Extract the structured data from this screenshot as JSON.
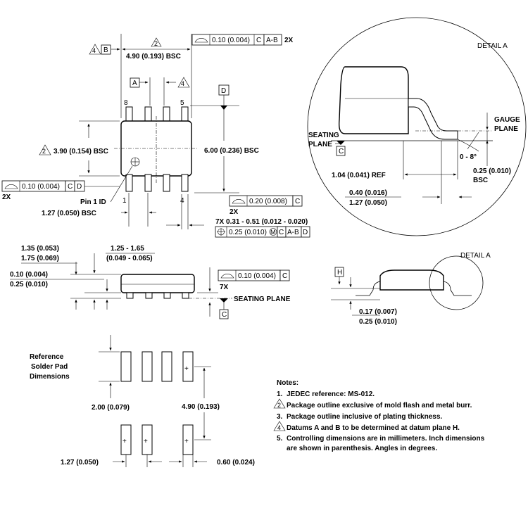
{
  "top_view": {
    "datum_b_flag": "4",
    "datum_b": "B",
    "length_flag": "2",
    "length_dim": "4.90 (0.193) BSC",
    "fcf_top_value": "0.10 (0.004)",
    "fcf_top_datum1": "C",
    "fcf_top_datum2": "A-B",
    "fcf_top_count": "2X",
    "datum_a": "A",
    "datum_a_flag": "4",
    "datum_d": "D",
    "pin8": "8",
    "pin5": "5",
    "pin1": "1",
    "pin4": "4",
    "width_flag": "2",
    "body_width_dim": "3.90 (0.154) BSC",
    "overall_width_dim": "6.00 (0.236) BSC",
    "fcf_left_value": "0.10 (0.004)",
    "fcf_left_datum1": "C",
    "fcf_left_datum2": "D",
    "fcf_left_count": "2X",
    "pin1_id": "Pin 1 ID",
    "pitch_dim": "1.27 (0.050) BSC",
    "fcf_right_value": "0.20 (0.008)",
    "fcf_right_datum1": "C",
    "fcf_right_count": "2X",
    "lead_width_dim": "7X 0.31 - 0.51 (0.012 - 0.020)",
    "fcf_pos_value": "0.25 (0.010)",
    "fcf_pos_m": "M",
    "fcf_pos_datum1": "C",
    "fcf_pos_datum2": "A-B",
    "fcf_pos_datum3": "D"
  },
  "detail_a": {
    "title": "DETAIL A",
    "gauge_plane": [
      "GAUGE",
      "PLANE"
    ],
    "seating_plane": [
      "SEATING",
      "PLANE"
    ],
    "datum_c": "C",
    "angle": "0 - 8°",
    "ref_dim": "1.04 (0.041) REF",
    "gauge_dim": [
      "0.25 (0.010)",
      "BSC"
    ],
    "foot_dim": [
      "0.40 (0.016)",
      "1.27 (0.050)"
    ]
  },
  "side_view": {
    "height_dim": [
      "1.35 (0.053)",
      "1.75 (0.069)"
    ],
    "standoff_dim": [
      "1.25 - 1.65",
      "(0.049 - 0.065)"
    ],
    "thickness_dim": [
      "0.10 (0.004)",
      "0.25 (0.010)"
    ],
    "fcf_value": "0.10 (0.004)",
    "fcf_datum": "C",
    "fcf_count": "7X",
    "seating_plane": "SEATING PLANE",
    "datum_c": "C"
  },
  "end_view": {
    "title": "DETAIL A",
    "datum_h": "H",
    "lead_dim": [
      "0.17 (0.007)",
      "0.25 (0.010)"
    ]
  },
  "solder_pads": {
    "title": [
      "Reference",
      "Solder Pad",
      "Dimensions"
    ],
    "pad_length": "2.00 (0.079)",
    "pad_span": "4.90 (0.193)",
    "pad_pitch": "1.27 (0.050)",
    "pad_width": "0.60 (0.024)"
  },
  "notes": {
    "title": "Notes:",
    "items": [
      {
        "num": "1.",
        "text": "JEDEC reference: MS-012."
      },
      {
        "num": "2",
        "text": "Package outline exclusive of mold flash and metal burr.",
        "flag": true
      },
      {
        "num": "3.",
        "text": "Package outline inclusive of plating thickness."
      },
      {
        "num": "4",
        "text": "Datums A and B to be determined at datum plane H.",
        "flag": true
      },
      {
        "num": "5.",
        "text": "Controlling dimensions are in millimeters. Inch dimensions"
      },
      {
        "num": "",
        "text": "are shown in parenthesis. Angles in degrees."
      }
    ]
  }
}
